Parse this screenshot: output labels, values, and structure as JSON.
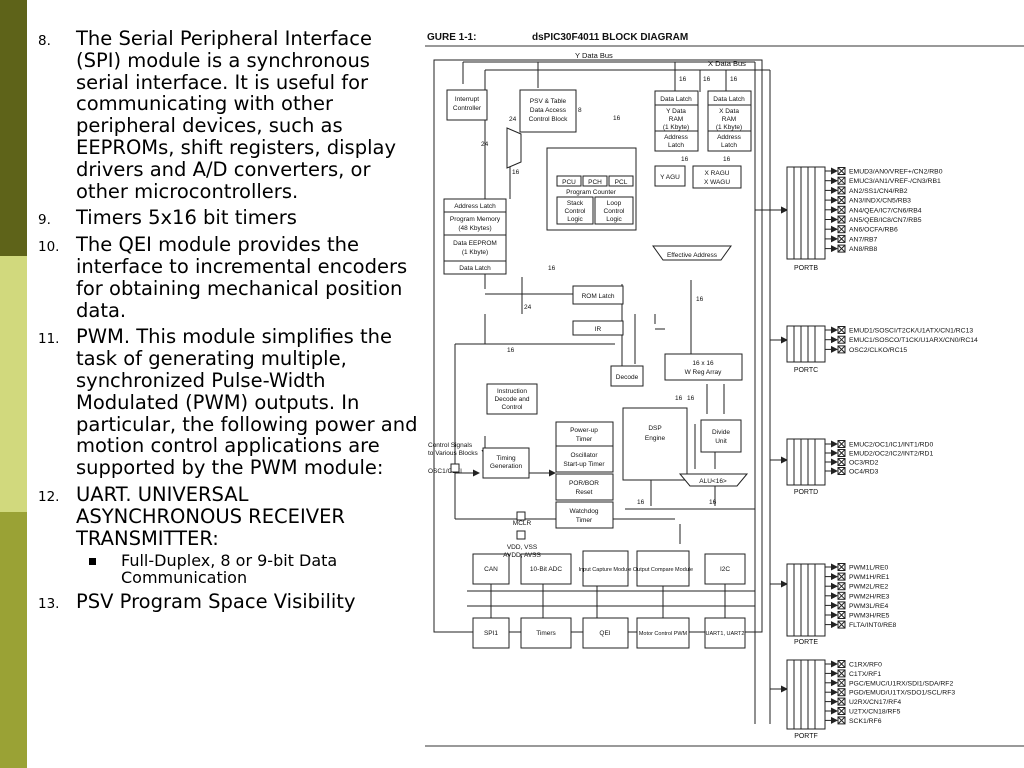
{
  "items": [
    {
      "num": "8.",
      "text": "The Serial Peripheral Interface (SPI) module is a synchronous serial interface. It is useful for communicating with other peripheral devices, such as EEPROMs, shift registers, display drivers and A/D converters, or other microcontrollers."
    },
    {
      "num": "9.",
      "text": "Timers 5x16 bit timers"
    },
    {
      "num": "10.",
      "text": "The QEI module provides the interface to incremental encoders for obtaining mechanical position data."
    },
    {
      "num": "11.",
      "text": "PWM. This module simplifies the task of generating multiple, synchronized Pulse-Width Modulated (PWM) outputs. In particular, the following power and motion control applications are supported by the PWM module:"
    },
    {
      "num": "12.",
      "text": "UART. UNIVERSAL ASYNCHRONOUS RECEIVER TRANSMITTER:"
    },
    {
      "num": "13.",
      "text": "PSV Program Space Visibility"
    }
  ],
  "subitem": "Full-Duplex, 8 or 9-bit Data Communication",
  "diagram": {
    "figure_label": "GURE 1-1:",
    "figure_title": "dsPIC30F4011 BLOCK DIAGRAM",
    "y_bus": "Y Data Bus",
    "x_bus": "X Data Bus",
    "interrupt": [
      "Interrupt",
      "Controller"
    ],
    "psv": [
      "PSV & Table",
      "Data Access",
      "Control Block"
    ],
    "y_latch": "Data Latch",
    "y_ram": [
      "Y Data",
      "RAM",
      "(1 Kbyte)"
    ],
    "y_addr": [
      "Address",
      "Latch"
    ],
    "x_latch": "Data Latch",
    "x_ram": [
      "X Data",
      "RAM",
      "(1 Kbyte)"
    ],
    "x_addr": [
      "Address",
      "Latch"
    ],
    "y_agu": "Y AGU",
    "x_agu": [
      "X RAGU",
      "X WAGU"
    ],
    "pcu": "PCU",
    "pch": "PCH",
    "pcl": "PCL",
    "program_counter": "Program Counter",
    "stack": [
      "Stack",
      "Control",
      "Logic"
    ],
    "loop": [
      "Loop",
      "Control",
      "Logic"
    ],
    "addr_latch": "Address Latch",
    "prog_mem": [
      "Program Memory",
      "(48 Kbytes)"
    ],
    "eeprom": [
      "Data EEPROM",
      "(1 Kbyte)"
    ],
    "data_latch": "Data Latch",
    "effective_address": "Effective Address",
    "rom_latch": "ROM Latch",
    "ir": "IR",
    "decode": "Decode",
    "wreg": [
      "16 x 16",
      "W Reg Array"
    ],
    "instr_decode": [
      "Instruction",
      "Decode and",
      "Control"
    ],
    "control_signals": [
      "Control Signals",
      "to Various Blocks"
    ],
    "osc_in": "OSC1/CLKI",
    "timing": [
      "Timing",
      "Generation"
    ],
    "powerup": [
      "Power-up",
      "Timer"
    ],
    "oscstart": [
      "Oscillator",
      "Start-up Timer"
    ],
    "por": [
      "POR/BOR",
      "Reset"
    ],
    "watchdog": [
      "Watchdog",
      "Timer"
    ],
    "mclr": "MCLR",
    "power_pins": [
      "VDD, VSS",
      "AVDD, AVSS"
    ],
    "dsp": [
      "DSP",
      "Engine"
    ],
    "divide": [
      "Divide",
      "Unit"
    ],
    "alu": "ALU<16>",
    "peripherals_top": [
      "CAN",
      "10-Bit ADC",
      "Input Capture Module",
      "Output Compare Module",
      "I2C"
    ],
    "peripherals_bottom": [
      "SPI1",
      "Timers",
      "QEI",
      "Motor Control PWM",
      "UART1, UART2"
    ],
    "bus_widths": [
      "24",
      "24",
      "8",
      "16",
      "16",
      "16",
      "16",
      "16",
      "16",
      "16",
      "16",
      "24",
      "16",
      "16",
      "16",
      "16",
      "16",
      "16"
    ],
    "ports": [
      {
        "name": "PORTB",
        "pins": [
          "EMUD3/AN0/VREF+/CN2/RB0",
          "EMUC3/AN1/VREF-/CN3/RB1",
          "AN2/SS1/CN4/RB2",
          "AN3/INDX/CN5/RB3",
          "AN4/QEA/IC7/CN6/RB4",
          "AN5/QEB/IC8/CN7/RB5",
          "AN6/OCFA/RB6",
          "AN7/RB7",
          "AN8/RB8"
        ]
      },
      {
        "name": "PORTC",
        "pins": [
          "EMUD1/SOSCI/T2CK/U1ATX/CN1/RC13",
          "EMUC1/SOSCO/T1CK/U1ARX/CN0/RC14",
          "OSC2/CLKO/RC15"
        ]
      },
      {
        "name": "PORTD",
        "pins": [
          "EMUC2/OC1/IC1/INT1/RD0",
          "EMUD2/OC2/IC2/INT2/RD1",
          "OC3/RD2",
          "OC4/RD3"
        ]
      },
      {
        "name": "PORTE",
        "pins": [
          "PWM1L/RE0",
          "PWM1H/RE1",
          "PWM2L/RE2",
          "PWM2H/RE3",
          "PWM3L/RE4",
          "PWM3H/RE5",
          "FLTA/INT0/RE8"
        ]
      },
      {
        "name": "PORTF",
        "pins": [
          "C1RX/RF0",
          "C1TX/RF1",
          "PGC/EMUC/U1RX/SDI1/SDA/RF2",
          "PGD/EMUD/U1TX/SDO1/SCL/RF3",
          "U2RX/CN17/RF4",
          "U2TX/CN18/RF5",
          "SCK1/RF6"
        ]
      }
    ]
  },
  "colors": {
    "bar_top": "#5e6319",
    "bar_middle": "#d1d97d",
    "bar_bottom": "#9aa235"
  }
}
